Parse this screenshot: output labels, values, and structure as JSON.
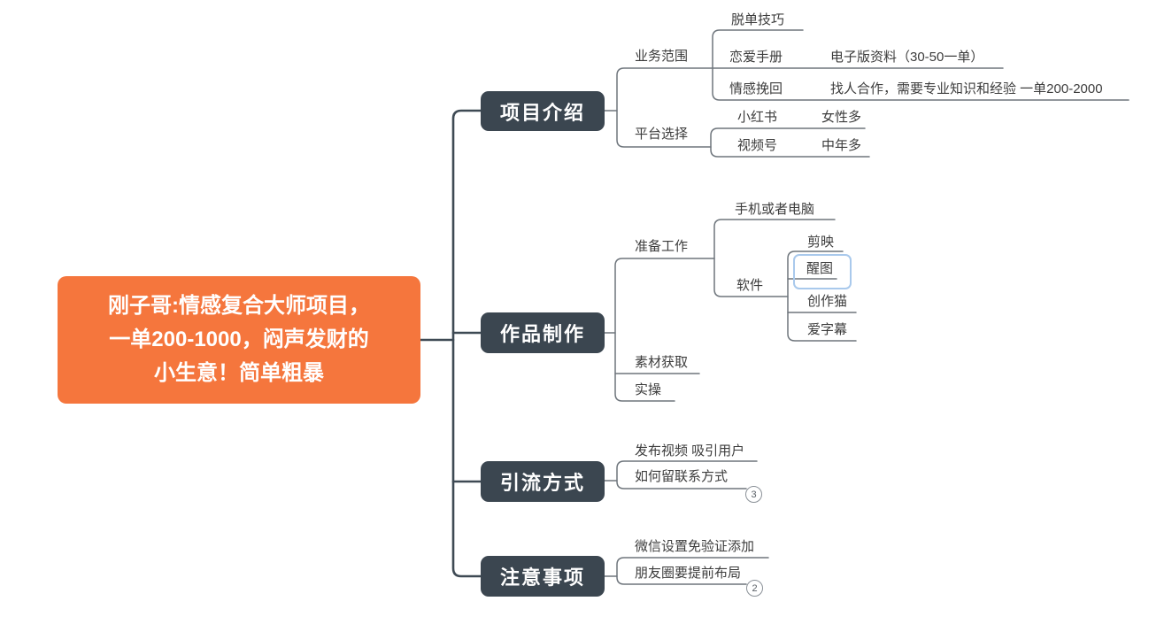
{
  "colors": {
    "root_bg": "#F5763D",
    "branch_bg": "#3B4650",
    "line_trunk": "#3E4A54",
    "line_sub": "#6E757C",
    "text_color": "#3C3C3C",
    "select_border": "#A9C9EC"
  },
  "root": {
    "label": "刚子哥:情感复合大师项目，一单200-1000，闷声发财的小生意！简单粗暴",
    "label_lines": [
      "刚子哥:情感复合大师项目，",
      "一单200-1000，闷声发财的",
      "小生意！简单粗暴"
    ]
  },
  "branches": [
    {
      "label": "项目介绍",
      "children": [
        {
          "label": "业务范围",
          "children": [
            {
              "label": "脱单技巧"
            },
            {
              "label": "恋爱手册",
              "detail": "电子版资料（30-50一单）"
            },
            {
              "label": "情感挽回",
              "detail": "找人合作，需要专业知识和经验 一单200-2000"
            }
          ]
        },
        {
          "label": "平台选择",
          "children": [
            {
              "label": "小红书",
              "detail": "女性多"
            },
            {
              "label": "视频号",
              "detail": "中年多"
            }
          ]
        }
      ]
    },
    {
      "label": "作品制作",
      "children": [
        {
          "label": "准备工作",
          "children": [
            {
              "label": "手机或者电脑"
            },
            {
              "label": "软件",
              "children": [
                {
                  "label": "剪映"
                },
                {
                  "label": "醒图",
                  "selected": true
                },
                {
                  "label": "创作猫"
                },
                {
                  "label": "爱字幕"
                }
              ]
            }
          ]
        },
        {
          "label": "素材获取"
        },
        {
          "label": "实操"
        }
      ]
    },
    {
      "label": "引流方式",
      "children": [
        {
          "label": "发布视频 吸引用户"
        },
        {
          "label": "如何留联系方式",
          "collapsed_count": "3"
        }
      ]
    },
    {
      "label": "注意事项",
      "children": [
        {
          "label": "微信设置免验证添加"
        },
        {
          "label": "朋友圈要提前布局",
          "collapsed_count": "2"
        }
      ]
    }
  ]
}
